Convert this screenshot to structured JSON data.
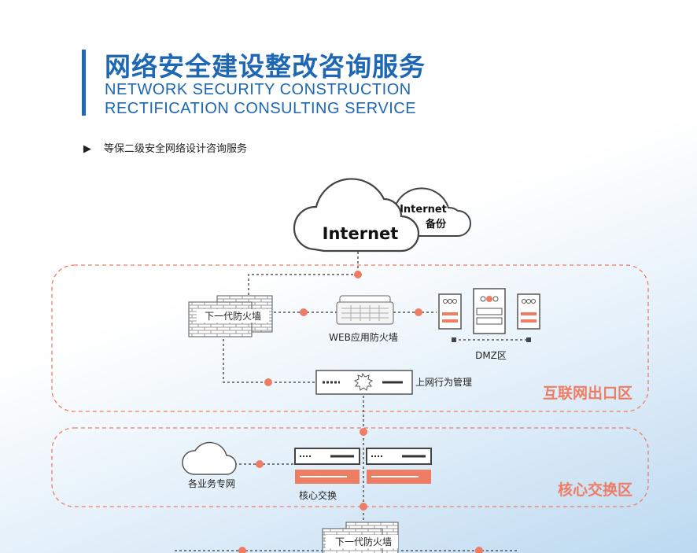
{
  "header": {
    "title_cn": "网络安全建设整改咨询服务",
    "title_en_line1": "NETWORK SECURITY CONSTRUCTION",
    "title_en_line2": "RECTIFICATION CONSULTING SERVICE"
  },
  "section": {
    "bullet_icon": "play-triangle-icon",
    "label": "等保二级安全网络设计咨询服务"
  },
  "diagram": {
    "internet_main": "Internet",
    "internet_backup_line1": "Internet",
    "internet_backup_line2": "备份",
    "ngfw_top": "下一代防火墙",
    "waf": "WEB应用防火墙",
    "dmz": "DMZ区",
    "behavior_mgmt": "上网行为管理",
    "zone_internet_exit": "互联网出口区",
    "business_net": "各业务专网",
    "core_switch": "核心交换",
    "zone_core": "核心交换区",
    "ngfw_bottom": "下一代防火墙"
  },
  "colors": {
    "brand_blue": "#1d67b3",
    "accent_orange": "#ee7d63",
    "device_gray": "#555555"
  }
}
